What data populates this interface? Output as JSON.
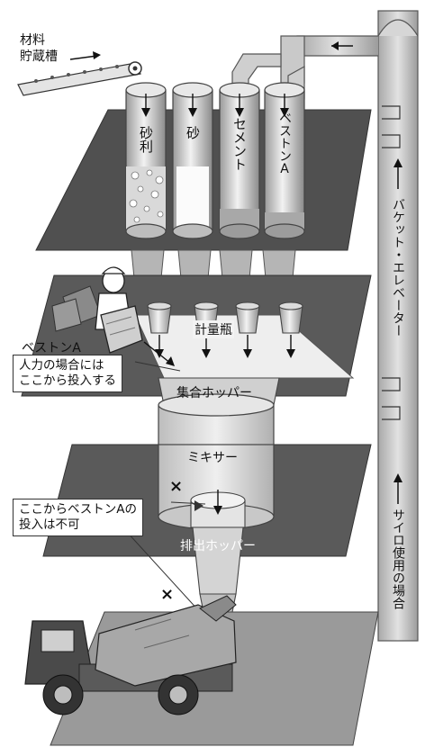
{
  "labels": {
    "storage": [
      "材料",
      "貯蔵槽"
    ],
    "silos": [
      "砂利",
      "砂",
      "セメント",
      "ベストンA"
    ],
    "bucket_elevator": "バケット・エレベーター",
    "silo_case": "サイロ使用の場合",
    "bestone_a": "ベストンA",
    "weighing": "計量瓶",
    "collecting_hopper": "集合ホッパー",
    "mixer": "ミキサー",
    "discharge_hopper": "排出ホッパー",
    "manual_note": [
      "人力の場合には",
      "ここから投入する"
    ],
    "forbidden_note": [
      "ここからベストンAの",
      "投入は不可"
    ],
    "x_mark": "×"
  }
}
